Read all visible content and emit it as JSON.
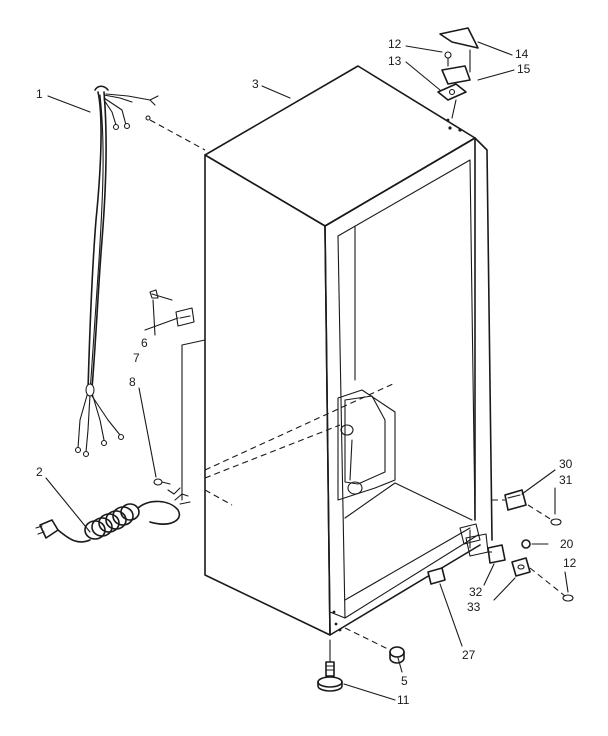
{
  "labels": {
    "l1": "1",
    "l2": "2",
    "l3": "3",
    "l5": "5",
    "l6": "6",
    "l7": "7",
    "l8": "8",
    "l11": "11",
    "l12a": "12",
    "l12b": "12",
    "l13": "13",
    "l14": "14",
    "l15": "15",
    "l20": "20",
    "l27": "27",
    "l30": "30",
    "l31": "31",
    "l32": "32",
    "l33": "33"
  }
}
